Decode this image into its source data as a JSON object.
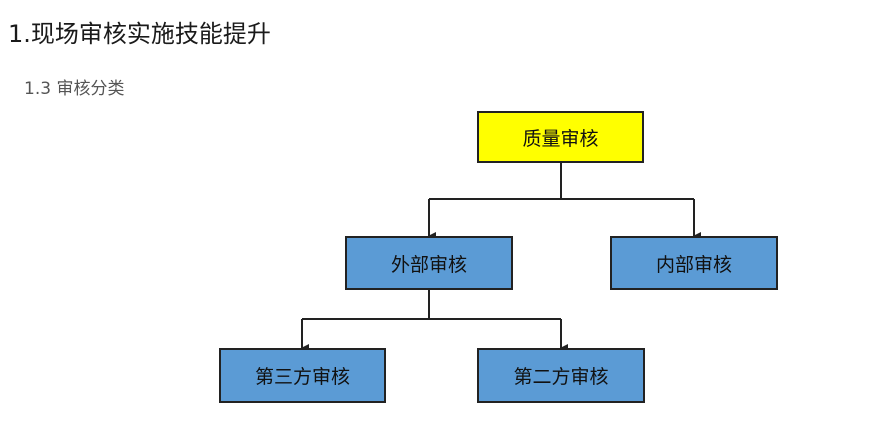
{
  "page": {
    "title": "1.现场审核实施技能提升",
    "subtitle": "1.3 审核分类"
  },
  "diagram": {
    "colors": {
      "root_fill": "#ffff00",
      "node_fill": "#5b9bd5",
      "line": "#222222"
    },
    "nodes": {
      "quality_audit": "质量审核",
      "external_audit": "外部审核",
      "internal_audit": "内部审核",
      "third_party_audit": "第三方审核",
      "second_party_audit": "第二方审核"
    },
    "edges": [
      [
        "quality_audit",
        "external_audit"
      ],
      [
        "quality_audit",
        "internal_audit"
      ],
      [
        "external_audit",
        "third_party_audit"
      ],
      [
        "external_audit",
        "second_party_audit"
      ]
    ]
  }
}
